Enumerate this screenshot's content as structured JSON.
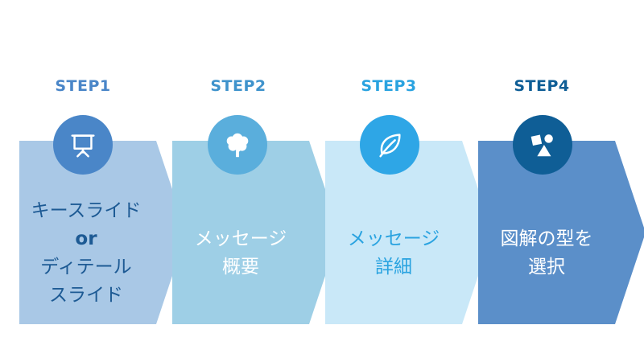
{
  "steps": [
    {
      "label": "STEP1",
      "lines": [
        "キースライド",
        "or",
        "ディテール",
        "スライド"
      ],
      "icon": "presentation-board-icon",
      "label_color": "#4a86c8",
      "arrow_color": "#a9c8e6",
      "circle_color": "#4a86c8",
      "text_color": "#1d5a94"
    },
    {
      "label": "STEP2",
      "lines": [
        "メッセージ",
        "概要"
      ],
      "icon": "tree-icon",
      "label_color": "#3f93cc",
      "arrow_color": "#9ecfe6",
      "circle_color": "#5aaedc",
      "text_color": "#ffffff"
    },
    {
      "label": "STEP3",
      "lines": [
        "メッセージ",
        "詳細"
      ],
      "icon": "leaf-icon",
      "label_color": "#2aa3e0",
      "arrow_color": "#c9e8f8",
      "circle_color": "#2ea6e6",
      "text_color": "#2aa3e0"
    },
    {
      "label": "STEP4",
      "lines": [
        "図解の型を",
        "選択"
      ],
      "icon": "shapes-icon",
      "label_color": "#0f5e96",
      "arrow_color": "#5b8fc9",
      "circle_color": "#0f5e96",
      "text_color": "#ffffff"
    }
  ]
}
